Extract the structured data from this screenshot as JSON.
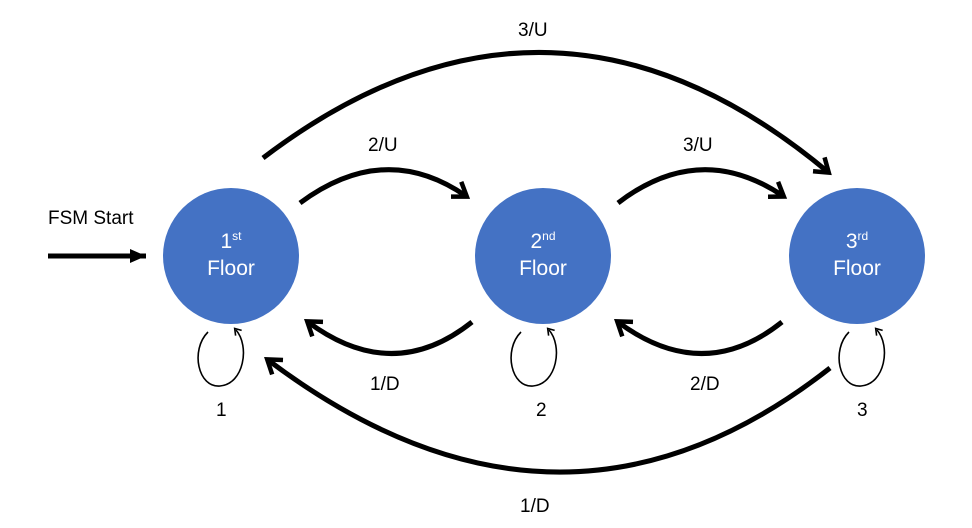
{
  "colors": {
    "state_fill": "#4472C4",
    "stroke": "#000000",
    "state_text": "#ffffff"
  },
  "start": {
    "label": "FSM Start"
  },
  "states": [
    {
      "id": "floor1",
      "number": "1",
      "ordinal": "st",
      "word": "Floor",
      "self_loop_label": "1"
    },
    {
      "id": "floor2",
      "number": "2",
      "ordinal": "nd",
      "word": "Floor",
      "self_loop_label": "2"
    },
    {
      "id": "floor3",
      "number": "3",
      "ordinal": "rd",
      "word": "Floor",
      "self_loop_label": "3"
    }
  ],
  "transitions": [
    {
      "from": "floor1",
      "to": "floor2",
      "label": "2/U"
    },
    {
      "from": "floor2",
      "to": "floor3",
      "label": "3/U"
    },
    {
      "from": "floor1",
      "to": "floor3",
      "label": "3/U"
    },
    {
      "from": "floor2",
      "to": "floor1",
      "label": "1/D"
    },
    {
      "from": "floor3",
      "to": "floor2",
      "label": "2/D"
    },
    {
      "from": "floor3",
      "to": "floor1",
      "label": "1/D"
    }
  ]
}
